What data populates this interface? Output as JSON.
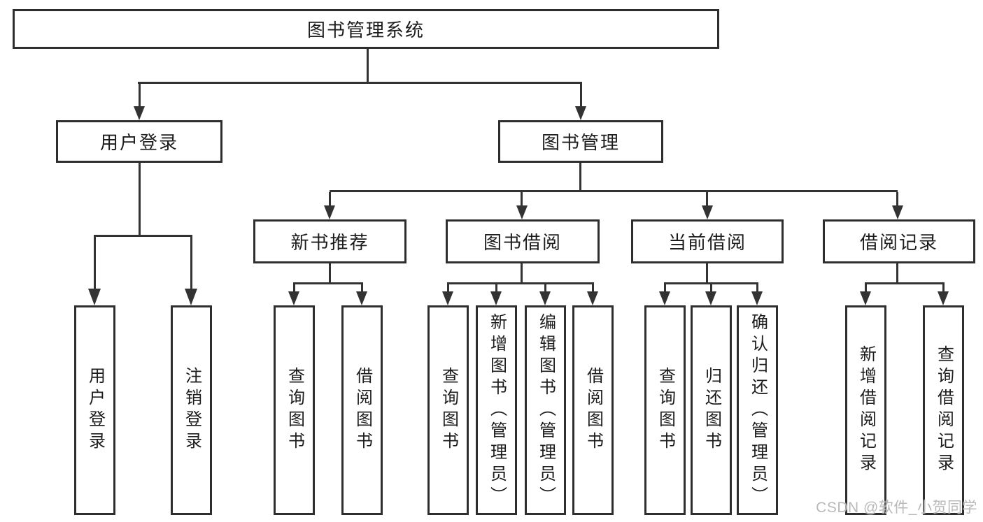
{
  "watermark": "CSDN @软件_小贺同学",
  "tree": {
    "root": {
      "label": "图书管理系统",
      "children": [
        {
          "label": "用户登录",
          "children": [
            {
              "label": "用户登录"
            },
            {
              "label": "注销登录"
            }
          ]
        },
        {
          "label": "图书管理",
          "children": [
            {
              "label": "新书推荐",
              "children": [
                {
                  "label": "查询图书"
                },
                {
                  "label": "借阅图书"
                }
              ]
            },
            {
              "label": "图书借阅",
              "children": [
                {
                  "label": "查询图书"
                },
                {
                  "label": "新增图书（管理员）"
                },
                {
                  "label": "编辑图书（管理员）"
                },
                {
                  "label": "借阅图书"
                }
              ]
            },
            {
              "label": "当前借阅",
              "children": [
                {
                  "label": "查询图书"
                },
                {
                  "label": "归还图书"
                },
                {
                  "label": "确认归还（管理员）"
                }
              ]
            },
            {
              "label": "借阅记录",
              "children": [
                {
                  "label": "新增借阅记录"
                },
                {
                  "label": "查询借阅记录"
                }
              ]
            }
          ]
        }
      ]
    }
  },
  "colors": {
    "line": "#333333",
    "border": "#2e2e2e",
    "text": "#1c1c1c",
    "watermark_text": "#b9b9b9"
  }
}
